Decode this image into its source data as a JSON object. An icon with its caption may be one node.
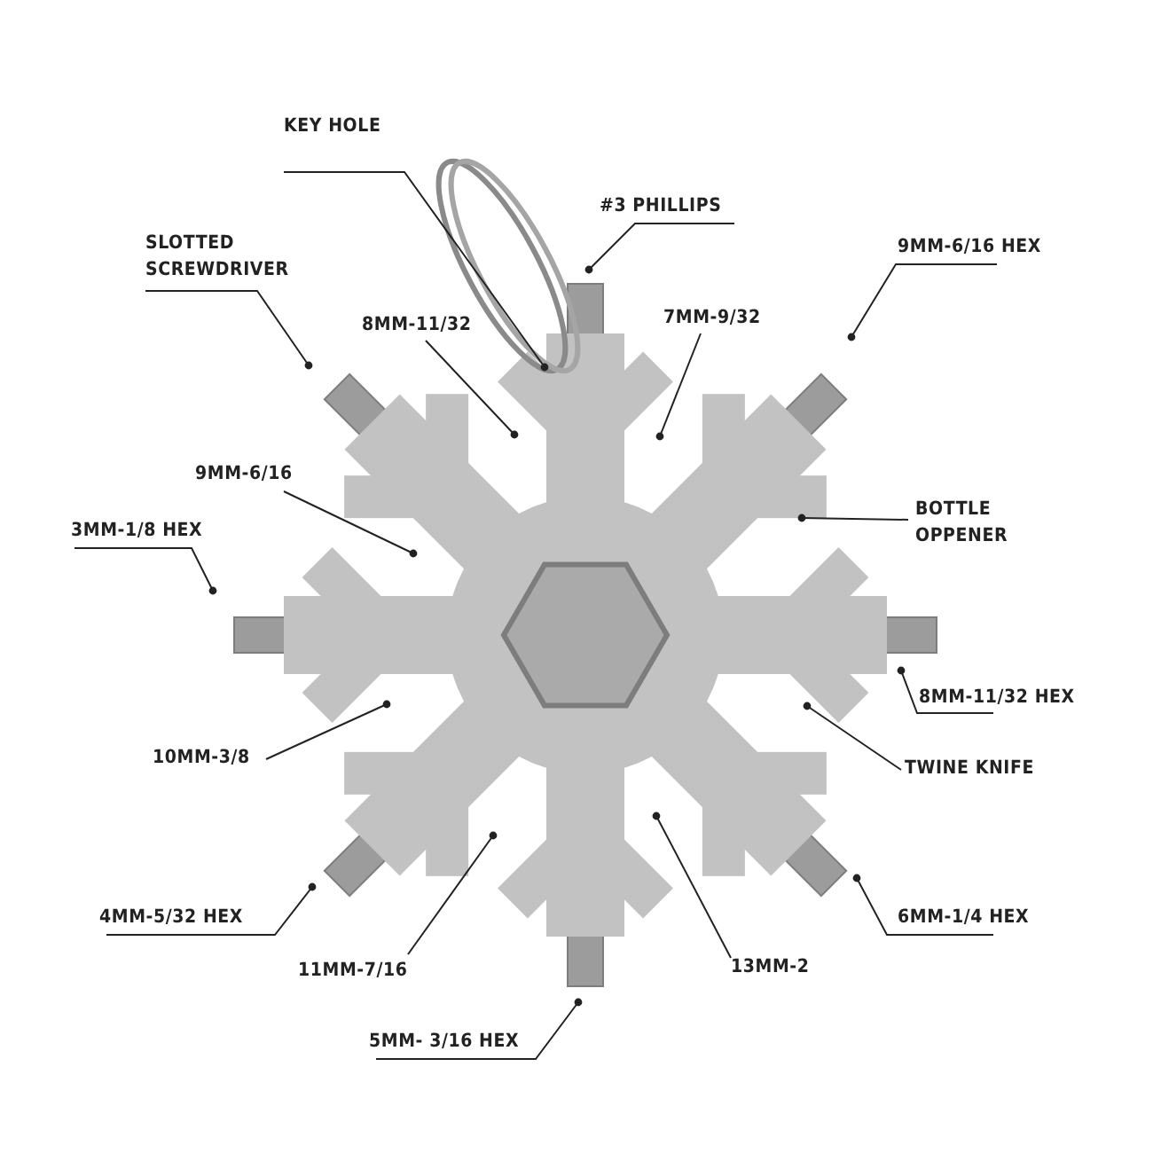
{
  "diagram": {
    "nodes": [
      {
        "text": [
          "KEY HOLE"
        ]
      },
      {
        "text": [
          "#3 PHILLIPS"
        ]
      },
      {
        "text": [
          "SLOTTED SCREWDRIVER"
        ]
      },
      {
        "text": [
          "9MM-6/16 HEX"
        ]
      },
      {
        "text": [
          "8MM-11/32"
        ]
      },
      {
        "text": [
          "7MM-9/32"
        ]
      },
      {
        "text": [
          "BOTTLE OPPENER"
        ]
      },
      {
        "text": [
          "9MM-6/16"
        ]
      },
      {
        "text": [
          "3MM-1/8 HEX"
        ]
      },
      {
        "text": [
          "8MM-11/32 HEX"
        ]
      },
      {
        "text": [
          "10MM-3/8"
        ]
      },
      {
        "text": [
          "TWINE KNIFE"
        ]
      },
      {
        "text": [
          "4MM-5/32 HEX"
        ]
      },
      {
        "text": [
          "6MM-1/4 HEX"
        ]
      },
      {
        "text": [
          "11MM-7/16"
        ]
      },
      {
        "text": [
          "13MM-2"
        ]
      },
      {
        "text": [
          "5MM- 3/16 HEX"
        ]
      }
    ],
    "edges": [
      {
        "from": 0,
        "to": null,
        "arrow": "other"
      },
      {
        "from": 1,
        "to": null,
        "arrow": "other"
      },
      {
        "from": 2,
        "to": null,
        "arrow": "other"
      },
      {
        "from": 3,
        "to": null,
        "arrow": "other"
      },
      {
        "from": 4,
        "to": null,
        "arrow": "other"
      },
      {
        "from": 5,
        "to": null,
        "arrow": "other"
      },
      {
        "from": 6,
        "to": null,
        "arrow": "other"
      },
      {
        "from": 7,
        "to": null,
        "arrow": "other"
      },
      {
        "from": 8,
        "to": null,
        "arrow": "other"
      },
      {
        "from": 9,
        "to": null,
        "arrow": "other"
      },
      {
        "from": 10,
        "to": null,
        "arrow": "other"
      },
      {
        "from": 11,
        "to": null,
        "arrow": "other"
      },
      {
        "from": 12,
        "to": null,
        "arrow": "other"
      },
      {
        "from": 13,
        "to": null,
        "arrow": "other"
      },
      {
        "from": 14,
        "to": null,
        "arrow": "other"
      },
      {
        "from": 15,
        "to": null,
        "arrow": "other"
      },
      {
        "from": 16,
        "to": null,
        "arrow": "other"
      }
    ]
  }
}
